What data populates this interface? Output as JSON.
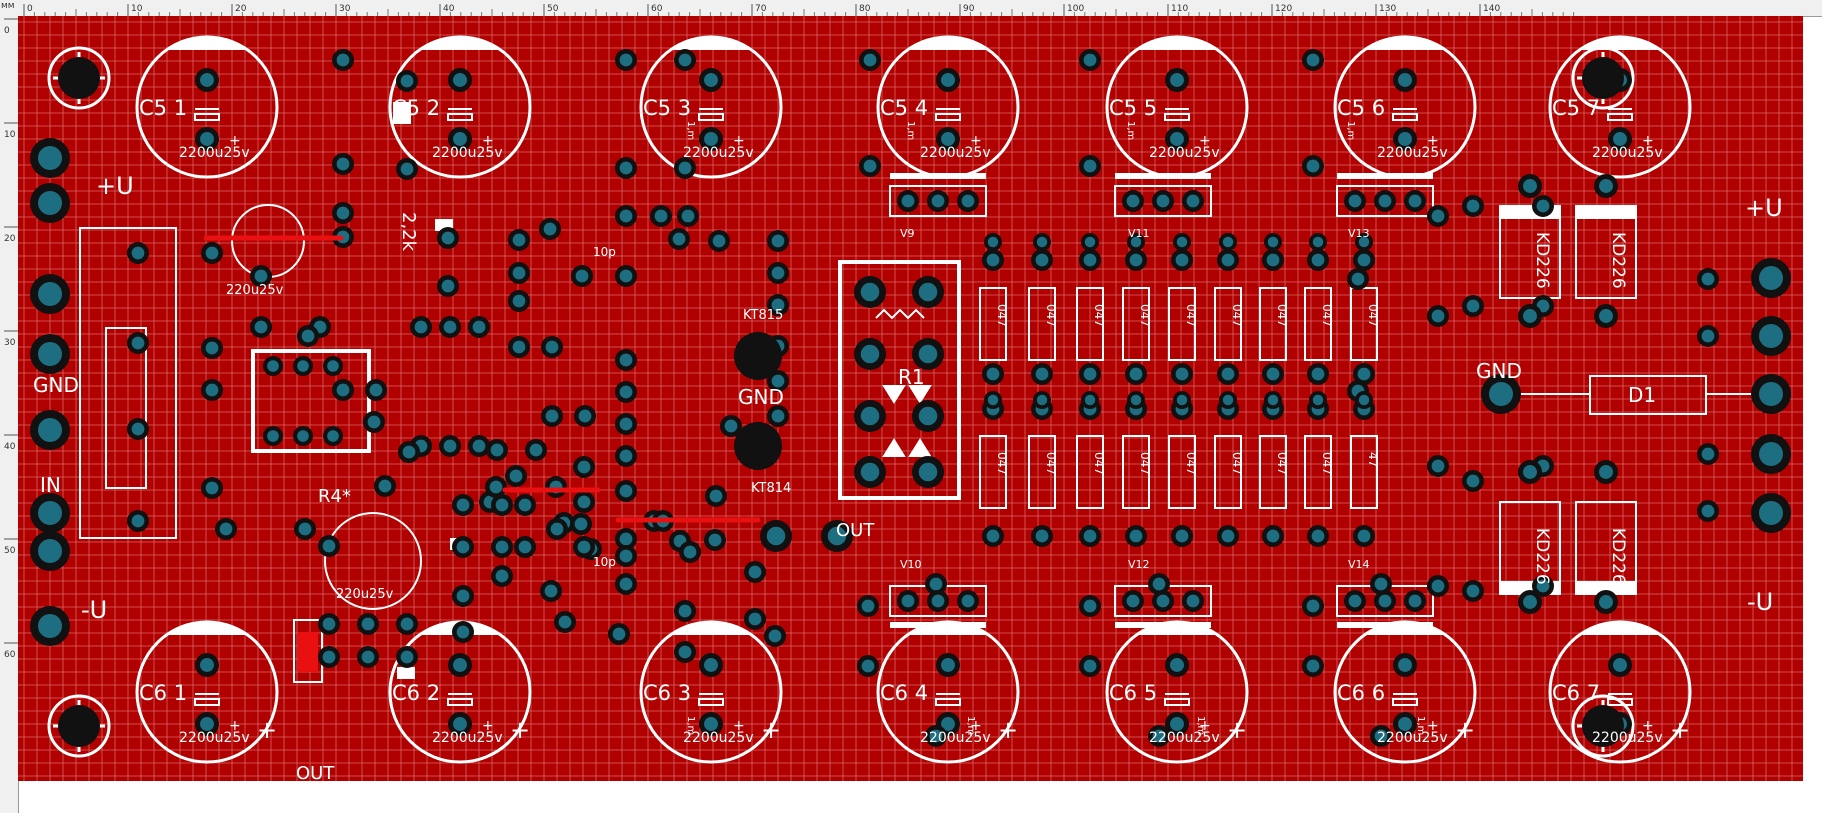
{
  "ruler": {
    "unit": "мм",
    "top_ticks": [
      "0",
      "10",
      "20",
      "30",
      "40",
      "50",
      "60",
      "70",
      "80",
      "90",
      "100",
      "110",
      "120",
      "130",
      "140"
    ],
    "left_ticks": [
      "0",
      "10",
      "20",
      "30",
      "40",
      "50",
      "60"
    ]
  },
  "colors": {
    "board": "#b00000",
    "grid": "#e07878",
    "silk": "#ffffff",
    "pad": "#1e6e82",
    "pad_ring": "#111111",
    "trace": "#e81010"
  },
  "labels": {
    "caps_top": [
      "C5 1",
      "C5 2",
      "C5 3",
      "C5 4",
      "C5 5",
      "C5 6",
      "C5 7"
    ],
    "caps_bottom": [
      "C6 1",
      "C6 2",
      "C6 3",
      "C6 4",
      "C6 5",
      "C6 6",
      "C6 7"
    ],
    "cap_value": "2200u25v",
    "plus_u": "+U",
    "minus_u": "-U",
    "gnd": "GND",
    "in": "IN",
    "out": "OUT",
    "r4_star": "R4*",
    "t1": "KT815",
    "t2": "KT814",
    "r1": "R1",
    "diode": "D1",
    "kd": "KD226",
    "res_val": "047",
    "res_last": "47",
    "onem": "1,m",
    "ten_p": "10p",
    "two_k": "2,2k",
    "small_cap": "220u25v"
  }
}
